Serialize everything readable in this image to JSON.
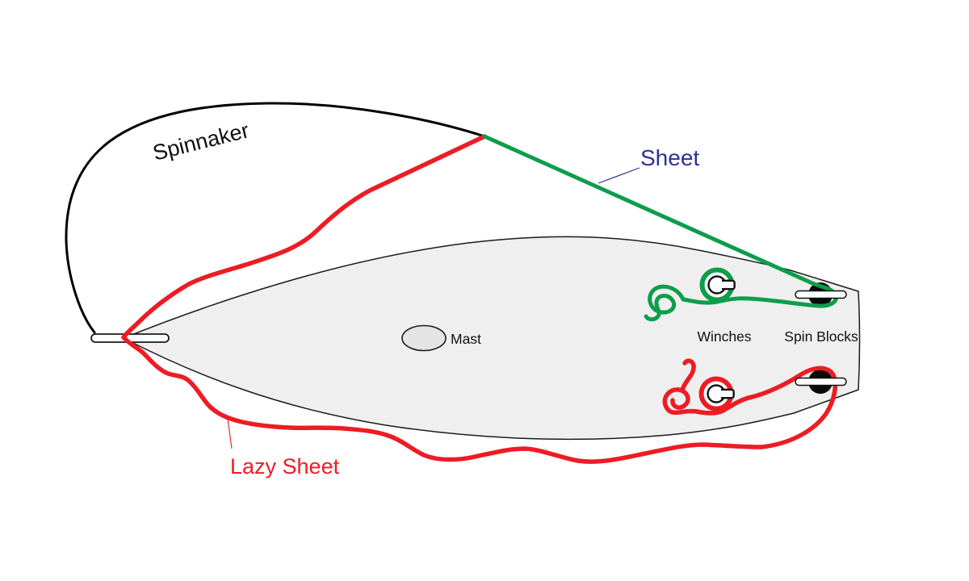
{
  "diagram": {
    "title_hint": "Spinnaker sheet rigging diagram (boat top view)",
    "labels": {
      "spinnaker": "Spinnaker",
      "sheet": "Sheet",
      "lazy_sheet": "Lazy Sheet",
      "mast": "Mast",
      "winches": "Winches",
      "spin_blocks": "Spin Blocks"
    },
    "colors": {
      "sheet_green": "#0d9d4b",
      "lazy_red": "#ed1c24",
      "sheet_label_blue": "#2e3192",
      "spinnaker_black": "#000000",
      "hull_fill": "#efefef",
      "hull_stroke": "#1a1a1a",
      "mast_fill": "#e4e4e4",
      "label_black": "#111111"
    }
  }
}
